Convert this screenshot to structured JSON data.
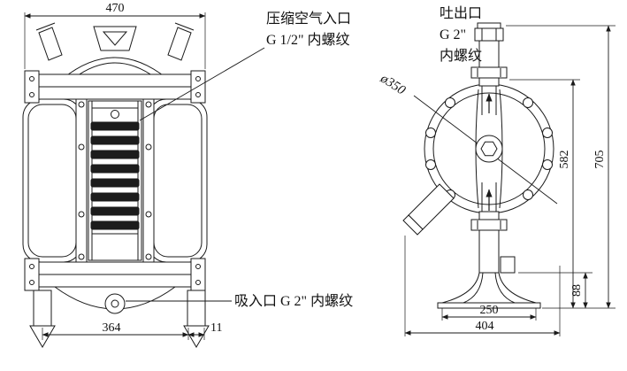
{
  "annotations": {
    "air_inlet": {
      "line1": "压缩空气入口",
      "line2": "G 1/2\" 内螺纹"
    },
    "outlet": {
      "line1": "吐出口",
      "line2": "G 2\"",
      "line3": "内螺纹"
    },
    "suction": {
      "label": "吸入口 G 2\" 内螺纹"
    },
    "diameter": {
      "label": "ø350"
    }
  },
  "dimensions": {
    "front_width_top": "470",
    "front_foot_span": "364",
    "front_foot_offset": "11",
    "side_height_body": "582",
    "side_height_total": "705",
    "side_base_height": "88",
    "side_base_width_inner": "250",
    "side_width_overall": "404"
  }
}
